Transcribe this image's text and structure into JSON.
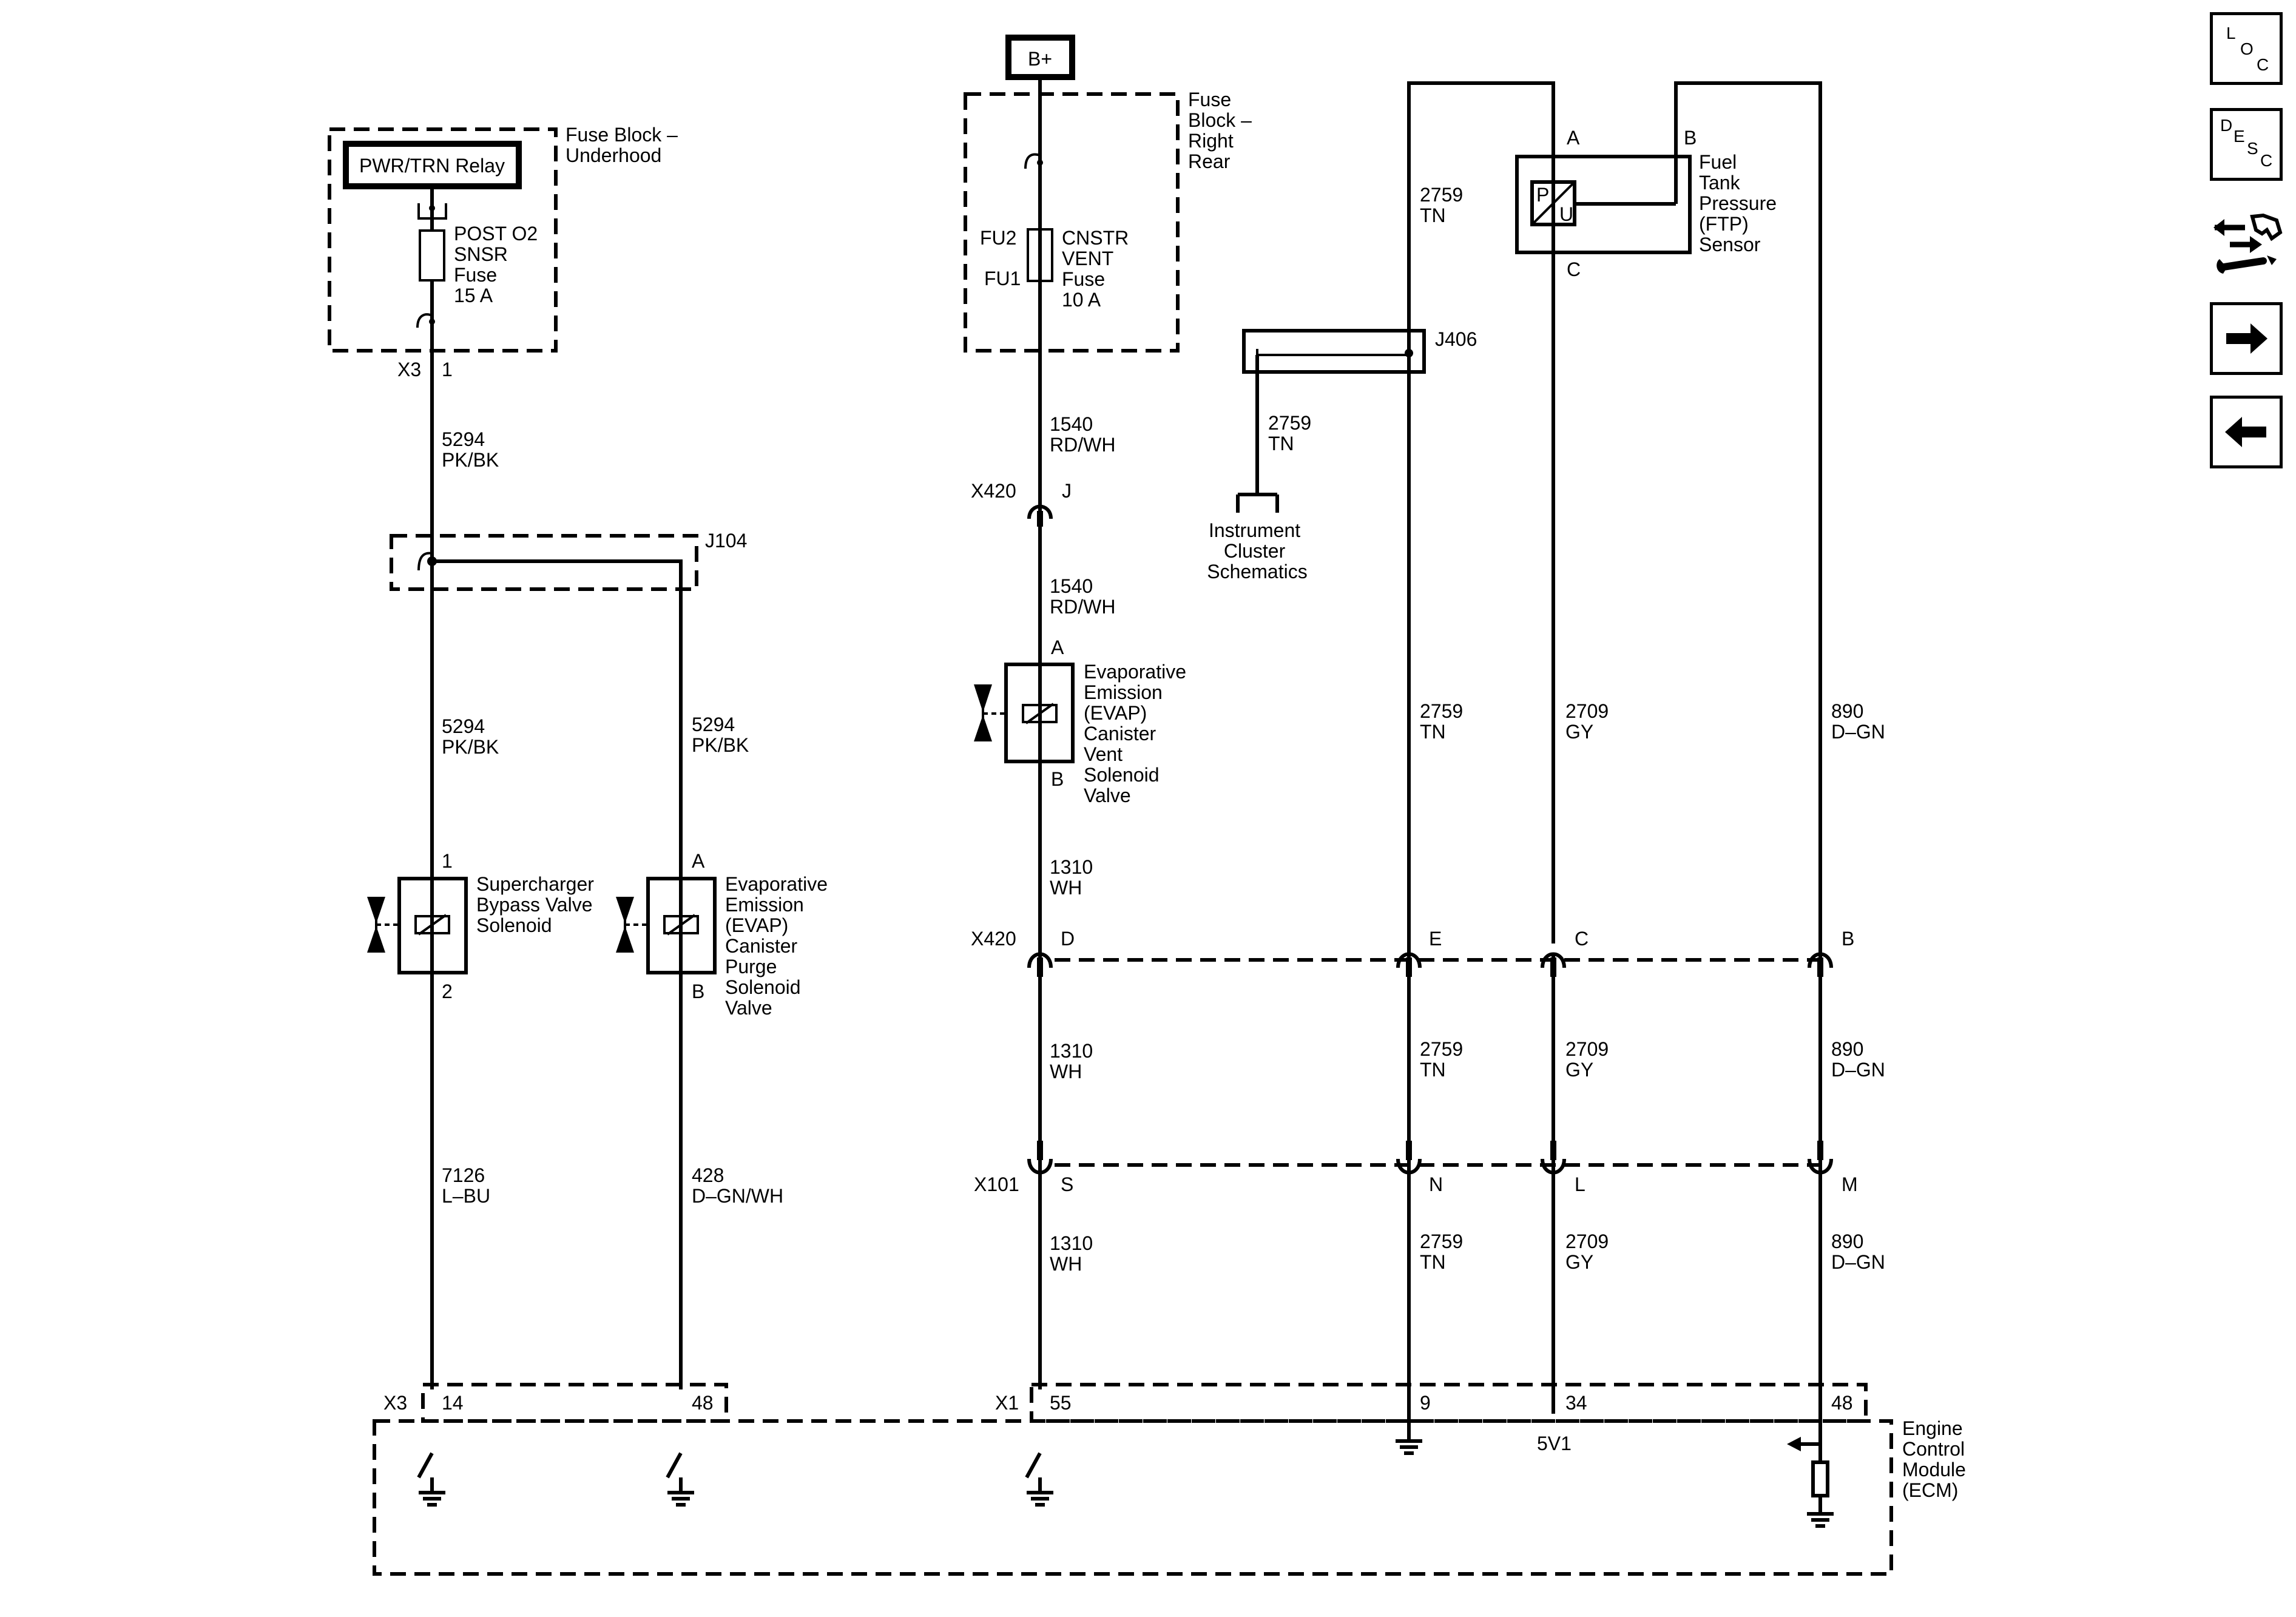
{
  "nav": {
    "loc": {
      "l1": "L",
      "l2": "O",
      "l3": "C"
    },
    "desc": {
      "l1": "D",
      "l2": "E",
      "l3": "S",
      "l4": "C"
    }
  },
  "sources": {
    "bplus": "B+"
  },
  "relay": {
    "label": "PWR/TRN Relay"
  },
  "fuse_blocks": {
    "underhood": [
      "Fuse Block –",
      "Underhood"
    ],
    "right_rear": [
      "Fuse",
      "Block –",
      "Right",
      "Rear"
    ]
  },
  "fuses": {
    "post_o2": [
      "POST O2",
      "SNSR",
      "Fuse",
      "15 A"
    ],
    "cnstr_vent": [
      "CNSTR",
      "VENT",
      "Fuse",
      "10 A"
    ],
    "fu2": "FU2",
    "fu1": "FU1"
  },
  "connectors": {
    "x3": "X3",
    "x420": "X420",
    "x101": "X101",
    "x1": "X1",
    "j104": "J104",
    "j406": "J406"
  },
  "pins": {
    "x3_1": "1",
    "x3_14": "14",
    "x3_48": "48",
    "x420_j": "J",
    "x420_d": "D",
    "x420_e": "E",
    "x420_c": "C",
    "x420_b": "B",
    "x101_s": "S",
    "x101_n": "N",
    "x101_l": "L",
    "x101_m": "M",
    "x1_55": "55",
    "x1_9": "9",
    "x1_34": "34",
    "x1_48": "48",
    "sc_1": "1",
    "sc_2": "2",
    "purge_a": "A",
    "purge_b": "B",
    "vent_a": "A",
    "vent_b": "B",
    "ftp_a": "A",
    "ftp_b": "B",
    "ftp_c": "C"
  },
  "wires": {
    "w5294a": [
      "5294",
      "PK/BK"
    ],
    "w5294b": [
      "5294",
      "PK/BK"
    ],
    "w5294c": [
      "5294",
      "PK/BK"
    ],
    "w7126": [
      "7126",
      "L–BU"
    ],
    "w428": [
      "428",
      "D–GN/WH"
    ],
    "w1540a": [
      "1540",
      "RD/WH"
    ],
    "w1540b": [
      "1540",
      "RD/WH"
    ],
    "w1310a": [
      "1310",
      "WH"
    ],
    "w1310b": [
      "1310",
      "WH"
    ],
    "w1310c": [
      "1310",
      "WH"
    ],
    "w2759a": [
      "2759",
      "TN"
    ],
    "w2759b": [
      "2759",
      "TN"
    ],
    "w2759c": [
      "2759",
      "TN"
    ],
    "w2759d": [
      "2759",
      "TN"
    ],
    "w2759e": [
      "2759",
      "TN"
    ],
    "w2709a": [
      "2709",
      "GY"
    ],
    "w2709b": [
      "2709",
      "GY"
    ],
    "w2709c": [
      "2709",
      "GY"
    ],
    "w890a": [
      "890",
      "D–GN"
    ],
    "w890b": [
      "890",
      "D–GN"
    ],
    "w890c": [
      "890",
      "D–GN"
    ]
  },
  "components": {
    "supercharger": [
      "Supercharger",
      "Bypass Valve",
      "Solenoid"
    ],
    "purge": [
      "Evaporative",
      "Emission",
      "(EVAP)",
      "Canister",
      "Purge",
      "Solenoid",
      "Valve"
    ],
    "vent": [
      "Evaporative",
      "Emission",
      "(EVAP)",
      "Canister",
      "Vent",
      "Solenoid",
      "Valve"
    ],
    "ftp": [
      "Fuel",
      "Tank",
      "Pressure",
      "(FTP)",
      "Sensor"
    ],
    "ftp_p": "P",
    "ftp_u": "U",
    "instrument": [
      "Instrument",
      "Cluster",
      "Schematics"
    ],
    "ecm": [
      "Engine",
      "Control",
      "Module",
      "(ECM)"
    ],
    "v5": "5V1"
  }
}
